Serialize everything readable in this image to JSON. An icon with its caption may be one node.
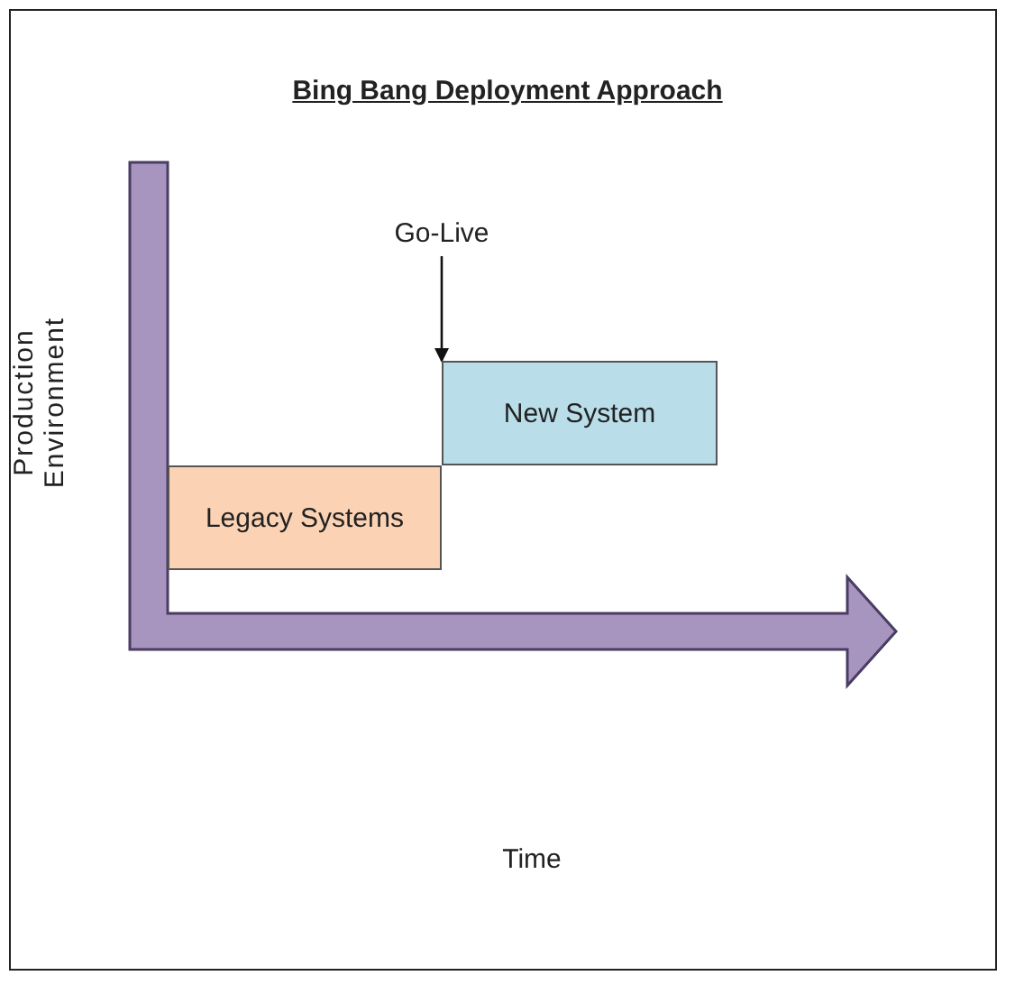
{
  "diagram": {
    "title": "Bing Bang Deployment Approach",
    "nodes": [
      {
        "text": [
          "Go-Live"
        ]
      },
      {
        "text": [
          "New System"
        ]
      },
      {
        "text": [
          "Legacy Systems"
        ]
      }
    ],
    "edges": [
      {
        "from": 0,
        "to": 1,
        "arrow": "to"
      }
    ],
    "labels": [
      "Production Environment",
      "Time"
    ]
  }
}
